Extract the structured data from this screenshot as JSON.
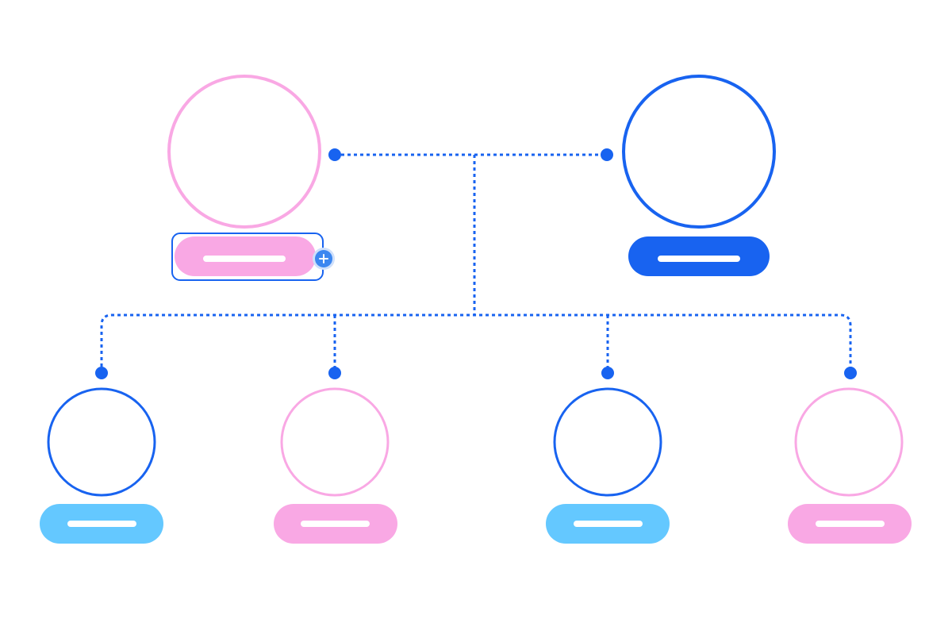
{
  "colors": {
    "connector": "#1863f0",
    "selection": "#1863f0",
    "add_button": "#3c87f0",
    "add_button_ring": "#cfe0fb"
  },
  "members": [
    {
      "id": "parent-1",
      "outline": "#f9a8e4",
      "label": "#f9a8e4",
      "selected": true
    },
    {
      "id": "parent-2",
      "outline": "#1863f0",
      "label": "#1863f0",
      "selected": false
    },
    {
      "id": "child-1",
      "outline": "#1863f0",
      "label": "#64c8ff",
      "selected": false
    },
    {
      "id": "child-2",
      "outline": "#f9a8e4",
      "label": "#f9a8e4",
      "selected": false
    },
    {
      "id": "child-3",
      "outline": "#1863f0",
      "label": "#64c8ff",
      "selected": false
    },
    {
      "id": "child-4",
      "outline": "#f9a8e4",
      "label": "#f9a8e4",
      "selected": false
    }
  ],
  "icons": {
    "add": "plus-icon"
  }
}
